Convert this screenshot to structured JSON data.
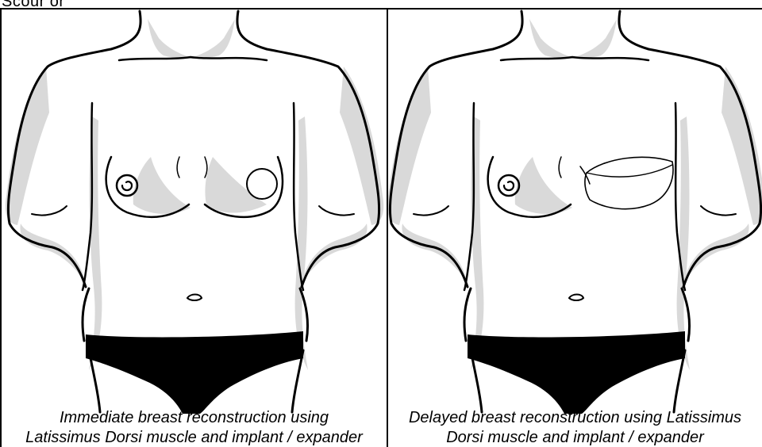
{
  "top_fragment": "Scour or",
  "panels": [
    {
      "caption_line1": "Immediate breast reconstruction using",
      "caption_line2": "Latissimus Dorsi muscle and implant / expander"
    },
    {
      "caption_line1": "Delayed breast reconstruction using Latissimus",
      "caption_line2": "Dorsi muscle and implant / expander"
    }
  ],
  "colors": {
    "line": "#000000",
    "shadow": "#d9d9d9",
    "skin": "#ffffff",
    "briefs": "#000000"
  }
}
